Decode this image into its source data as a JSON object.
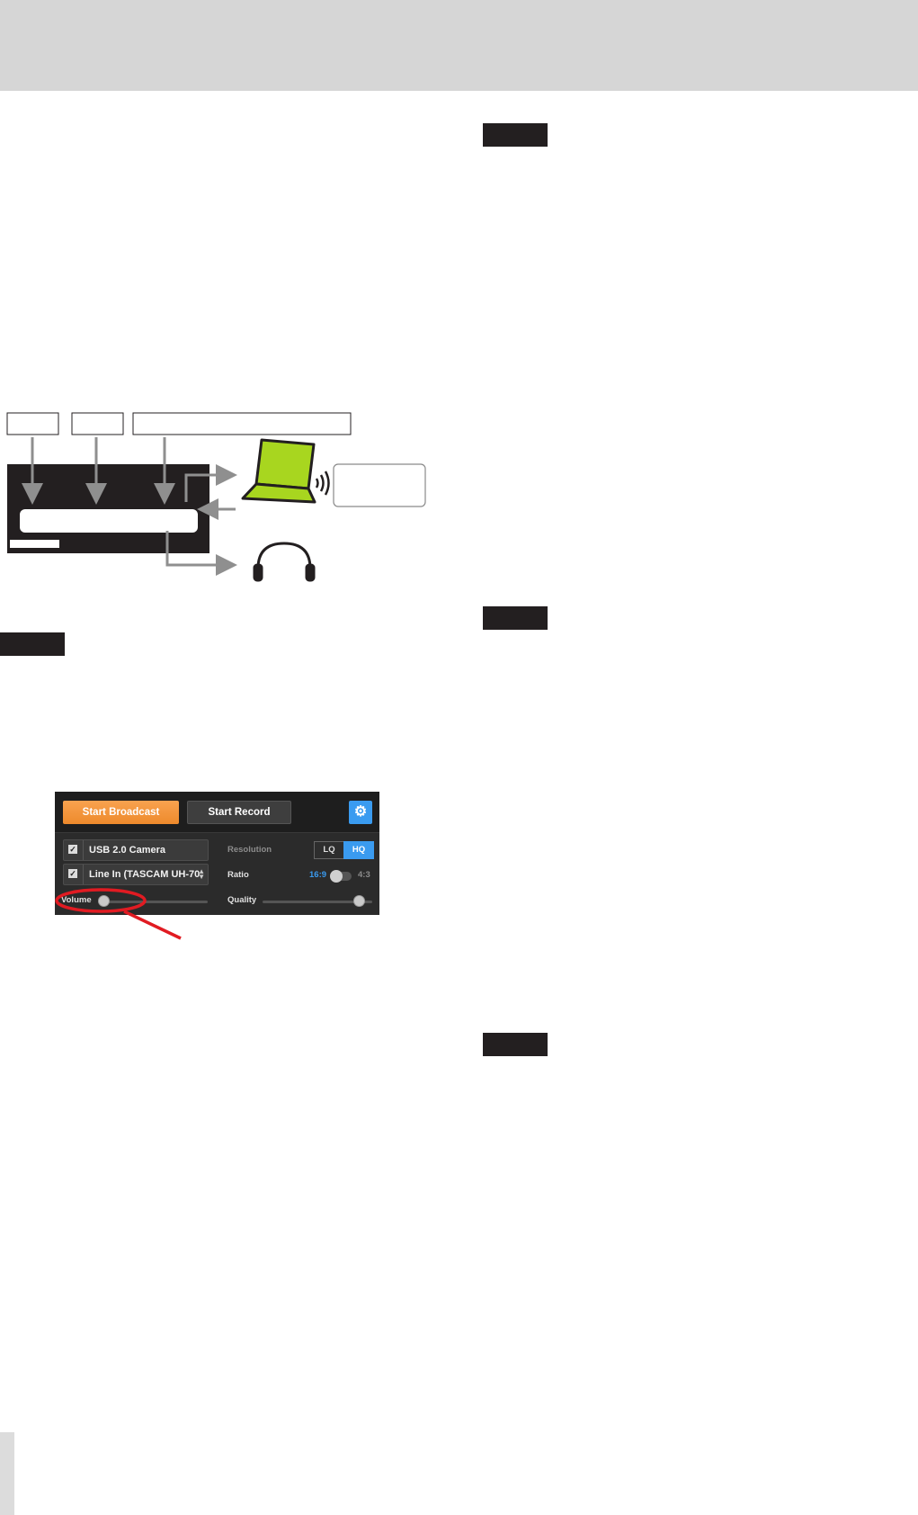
{
  "widget": {
    "start_broadcast": "Start Broadcast",
    "start_record": "Start Record",
    "gear_icon": "gear-icon",
    "sources": [
      {
        "label": "USB 2.0 Camera",
        "checked": true
      },
      {
        "label": "Line In (TASCAM UH-70",
        "checked": true
      }
    ],
    "volume_label": "Volume",
    "volume_level": 0.0,
    "resolution_label": "Resolution",
    "resolution_options": [
      "LQ",
      "HQ"
    ],
    "resolution_selected": "HQ",
    "ratio_label": "Ratio",
    "ratio_left": "16:9",
    "ratio_right": "4:3",
    "quality_label": "Quality",
    "quality_level": 0.92,
    "accent": "#3a9bf0",
    "broadcast_color": "#f29540"
  },
  "colors": {
    "header_band": "#d6d6d6",
    "laptop": "#a8d61f",
    "highlight": "#e11b22"
  }
}
